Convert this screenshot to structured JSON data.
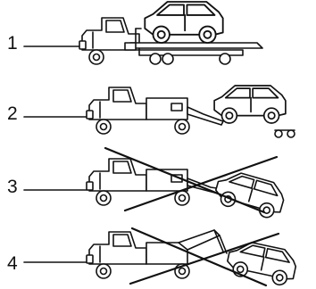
{
  "scenarios": [
    {
      "number": "1",
      "method": "flatbed",
      "prohibited": false
    },
    {
      "number": "2",
      "method": "wheel-lift-with-dollies",
      "prohibited": false
    },
    {
      "number": "3",
      "method": "wheel-lift-without-dollies",
      "prohibited": true
    },
    {
      "number": "4",
      "method": "sling-type-tow",
      "prohibited": true
    }
  ],
  "colors": {
    "line": "#111111",
    "fill": "#ffffff"
  }
}
